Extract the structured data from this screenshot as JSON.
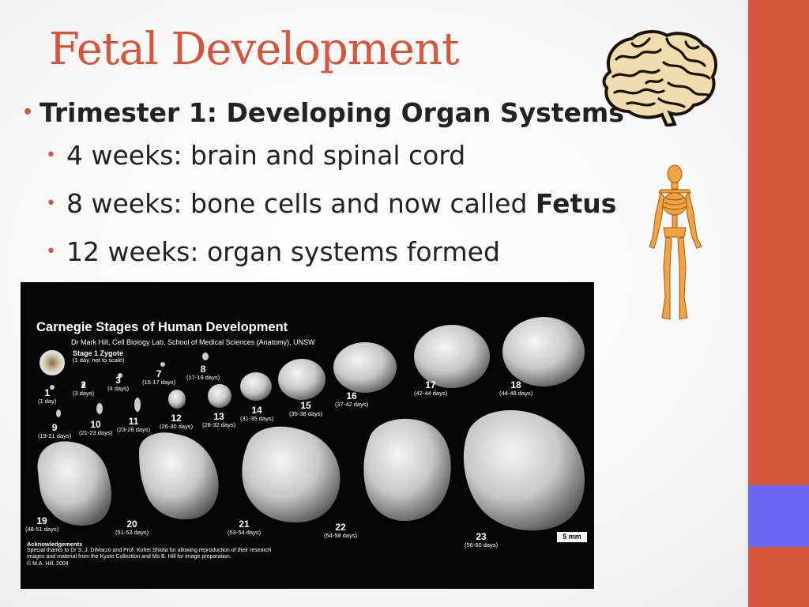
{
  "slide": {
    "title": "Fetal Development",
    "heading": "Trimester 1: Developing Organ Systems",
    "items": [
      {
        "text": "4 weeks: brain and spinal cord",
        "bold": ""
      },
      {
        "text": "8 weeks: bone cells and now called ",
        "bold": "Fetus"
      },
      {
        "text": "12 weeks: organ systems formed",
        "bold": ""
      }
    ]
  },
  "photo": {
    "title": "Carnegie Stages of Human Development",
    "subtitle": "Dr Mark Hill, Cell Biology Lab, School of Medical Sciences (Anatomy), UNSW",
    "stage1_title": "Stage 1 Zygote",
    "stage1_sub": "(1 day, not to scale)",
    "stages": [
      {
        "n": "1",
        "d": "(1 day)"
      },
      {
        "n": "2",
        "d": "(3 days)"
      },
      {
        "n": "3",
        "d": "(4 days)"
      },
      {
        "n": "7",
        "d": "(15-17 days)"
      },
      {
        "n": "8",
        "d": "(17-19 days)"
      },
      {
        "n": "9",
        "d": "(19-21 days)"
      },
      {
        "n": "10",
        "d": "(21-23 days)"
      },
      {
        "n": "11",
        "d": "(23-26 days)"
      },
      {
        "n": "12",
        "d": "(26-30 days)"
      },
      {
        "n": "13",
        "d": "(28-32 days)"
      },
      {
        "n": "14",
        "d": "(31-35 days)"
      },
      {
        "n": "15",
        "d": "(35-38 days)"
      },
      {
        "n": "16",
        "d": "(37-42 days)"
      },
      {
        "n": "17",
        "d": "(42-44 days)"
      },
      {
        "n": "18",
        "d": "(44-48 days)"
      },
      {
        "n": "19",
        "d": "(48-51 days)"
      },
      {
        "n": "20",
        "d": "(51-53 days)"
      },
      {
        "n": "21",
        "d": "(53-54 days)"
      },
      {
        "n": "22",
        "d": "(54-58 days)"
      },
      {
        "n": "23",
        "d": "(56-60 days)"
      }
    ],
    "ack_title": "Acknowledgements",
    "ack_lines": [
      "Special thanks to Dr S. J. DiMarzo and Prof. Kohei Shiota for allowing reproduction of their research",
      "images and material from the Kyoto Collection and Ms B. Hill for image preparation.",
      "© M.A. Hill, 2004"
    ],
    "scale": "5 mm"
  },
  "colors": {
    "accent": "#d4563d",
    "accent_secondary": "#6868f5",
    "text": "#222222"
  },
  "icons": {
    "top_right": "brain-illustration",
    "right": "skeleton-illustration"
  }
}
